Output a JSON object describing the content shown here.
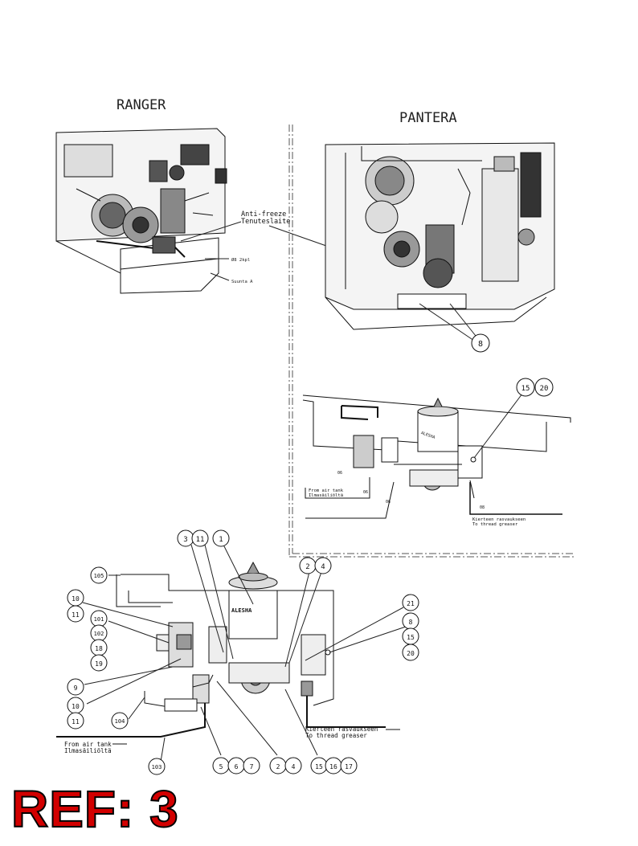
{
  "titles": {
    "left": "RANGER",
    "right": "PANTERA"
  },
  "labels": {
    "anti_freeze_en": "Anti-freeze",
    "anti_freeze_fi": "Tenuteslaite",
    "dim_1": "Ø8 2kpl",
    "dim_2": "Suunta A",
    "from_air_tank_en": "From air tank",
    "from_air_tank_fi": "Ilmasäiliöltä",
    "to_greaser_fi": "Kierteen rasvaukseen",
    "to_greaser_en": "To thread greaser",
    "brand": "ALESHA",
    "pipe_06a": "06",
    "pipe_06b": "06",
    "pipe_06c": "06",
    "pipe_08": "08"
  },
  "balloons": {
    "b8_top": "8",
    "b15": "15",
    "b20": "20",
    "b1": "1",
    "b3": "3",
    "b11_top": "11",
    "b2_top": "2",
    "b4_top": "4",
    "b105": "105",
    "b10a": "10",
    "b11a": "11",
    "b101": "101",
    "b102": "102",
    "b18": "18",
    "b19": "19",
    "b9": "9",
    "b10b": "10",
    "b11b": "11",
    "b104": "104",
    "b103": "103",
    "b5": "5",
    "b6": "6",
    "b7": "7",
    "b2_bot": "2",
    "b4_bot": "4",
    "b15_bot": "15",
    "b16": "16",
    "b17": "17",
    "b21": "21",
    "b8_r": "8",
    "b15_r": "15",
    "b20_r": "20"
  },
  "ref": "REF: 3"
}
